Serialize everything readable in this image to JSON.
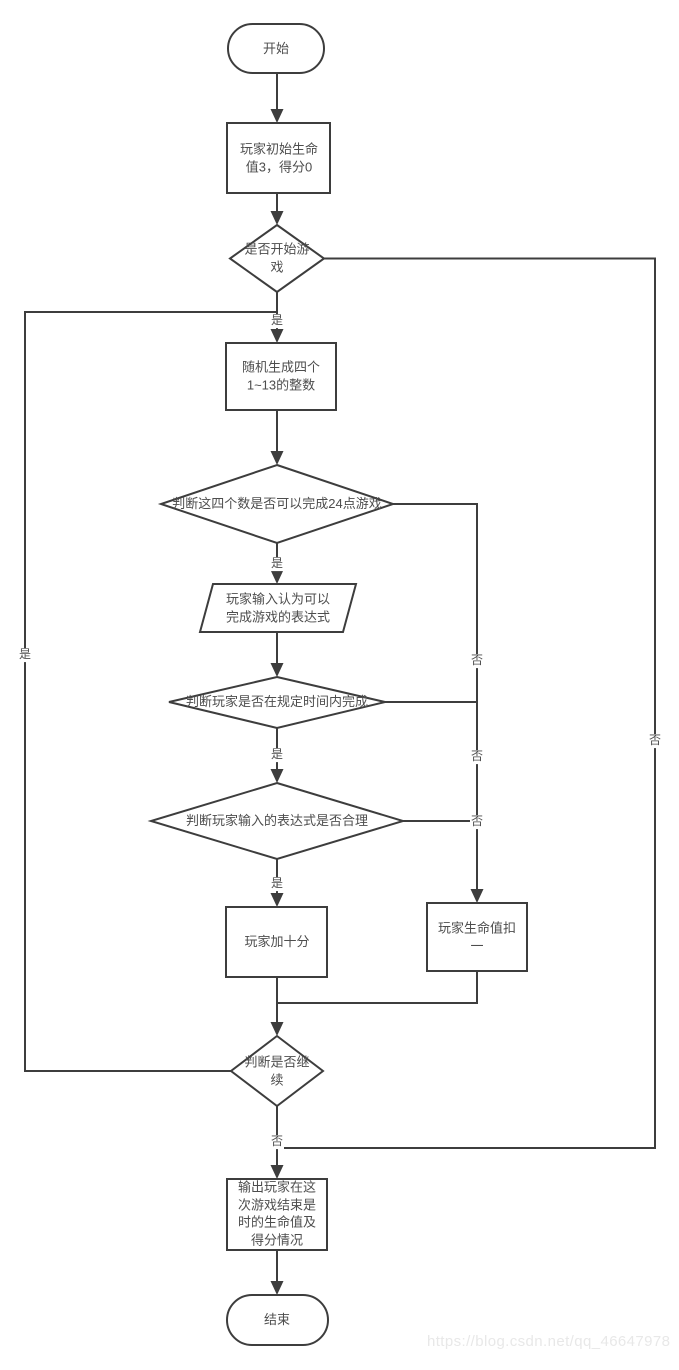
{
  "nodes": {
    "start": {
      "type": "terminator",
      "label": "开始"
    },
    "init_player": {
      "type": "process",
      "label": "玩家初始生命值3，得分0"
    },
    "ask_start": {
      "type": "decision",
      "label": "是否开始游戏"
    },
    "generate": {
      "type": "process",
      "label": "随机生成四个1~13的整数"
    },
    "check24": {
      "type": "decision",
      "label": "判断这四个数是否可以完成24点游戏"
    },
    "input_expr": {
      "type": "input-output",
      "label": "玩家输入认为可以完成游戏的表达式"
    },
    "check_time": {
      "type": "decision",
      "label": "判断玩家是否在规定时间内完成"
    },
    "check_valid": {
      "type": "decision",
      "label": "判断玩家输入的表达式是否合理"
    },
    "add_score": {
      "type": "process",
      "label": "玩家加十分"
    },
    "lose_life": {
      "type": "process",
      "label": "玩家生命值扣一"
    },
    "check_cont": {
      "type": "decision",
      "label": "判断是否继续"
    },
    "output_result": {
      "type": "process",
      "label": "输出玩家在这次游戏结束是时的生命值及得分情况"
    },
    "end": {
      "type": "terminator",
      "label": "结束"
    }
  },
  "edges": [
    {
      "from": "start",
      "to": "init_player",
      "label": ""
    },
    {
      "from": "init_player",
      "to": "ask_start",
      "label": ""
    },
    {
      "from": "ask_start",
      "to": "generate",
      "label": "是"
    },
    {
      "from": "generate",
      "to": "check24",
      "label": ""
    },
    {
      "from": "check24",
      "to": "input_expr",
      "label": "是"
    },
    {
      "from": "input_expr",
      "to": "check_time",
      "label": ""
    },
    {
      "from": "check_time",
      "to": "check_valid",
      "label": "是"
    },
    {
      "from": "check_valid",
      "to": "add_score",
      "label": "是"
    },
    {
      "from": "check24",
      "to": "lose_life",
      "label": "否"
    },
    {
      "from": "check_time",
      "to": "lose_life",
      "label": "否"
    },
    {
      "from": "check_valid",
      "to": "lose_life",
      "label": "否"
    },
    {
      "from": "add_score",
      "to": "check_cont",
      "label": ""
    },
    {
      "from": "lose_life",
      "to": "check_cont",
      "label": ""
    },
    {
      "from": "check_cont",
      "to": "generate",
      "label": "是"
    },
    {
      "from": "check_cont",
      "to": "output_result",
      "label": "否"
    },
    {
      "from": "ask_start",
      "to": "output_result",
      "label": "否"
    },
    {
      "from": "output_result",
      "to": "end",
      "label": ""
    }
  ],
  "watermark": "https://blog.csdn.net/qq_46647978",
  "colors": {
    "line": "#3d3d3d",
    "text": "#4d4d4d",
    "watermark": "#e8e8e8",
    "background": "#ffffff"
  }
}
